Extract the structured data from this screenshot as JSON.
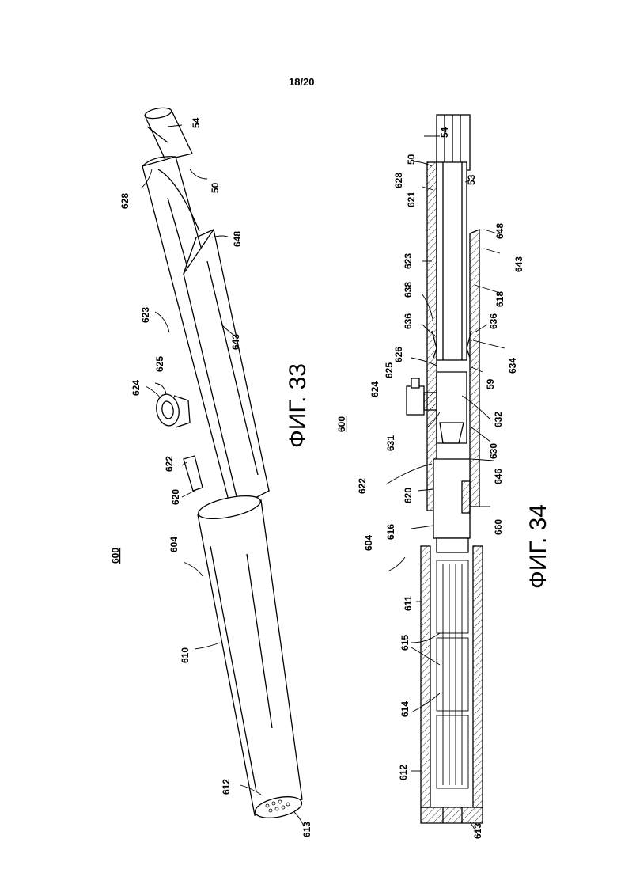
{
  "page_number": "18/20",
  "figure_33": {
    "caption": "ФИГ. 33",
    "assembly_ref": "600",
    "labels": [
      "54",
      "50",
      "628",
      "648",
      "623",
      "643",
      "625",
      "624",
      "622",
      "620",
      "604",
      "610",
      "612",
      "613"
    ]
  },
  "figure_34": {
    "caption": "ФИГ. 34",
    "assembly_ref": "600",
    "labels": [
      "54",
      "50",
      "53",
      "628",
      "621",
      "648",
      "643",
      "623",
      "618",
      "638",
      "636",
      "636",
      "634",
      "626",
      "625",
      "624",
      "59",
      "631",
      "632",
      "630",
      "622",
      "646",
      "620",
      "660",
      "616",
      "604",
      "611",
      "615",
      "614",
      "612",
      "613"
    ]
  }
}
